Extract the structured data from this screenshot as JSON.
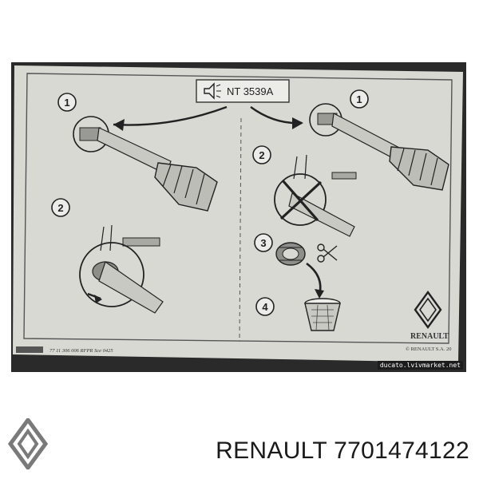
{
  "sheet": {
    "tool_code": "NT 3539A",
    "steps": {
      "left_1": "1",
      "left_2": "2",
      "right_1": "1",
      "right_2": "2",
      "right_3": "3",
      "right_4": "4"
    },
    "brand_label": "RENAULT",
    "footer_ref": "77 11 306 006 RFPR Sce 0425",
    "copyright": "© RENAULT S.A. 20"
  },
  "watermark": "ducato.lvivmarket.net",
  "footer": {
    "title": "RENAULT 7701474122"
  },
  "colors": {
    "paper": "#d9d9d4",
    "ink": "#2b2b2b",
    "background_dark": "#2a2a2a"
  },
  "icons": {
    "brand_logo": "renault-diamond-icon",
    "scissors": "scissors-icon",
    "warning": "speaker-warning-icon"
  }
}
